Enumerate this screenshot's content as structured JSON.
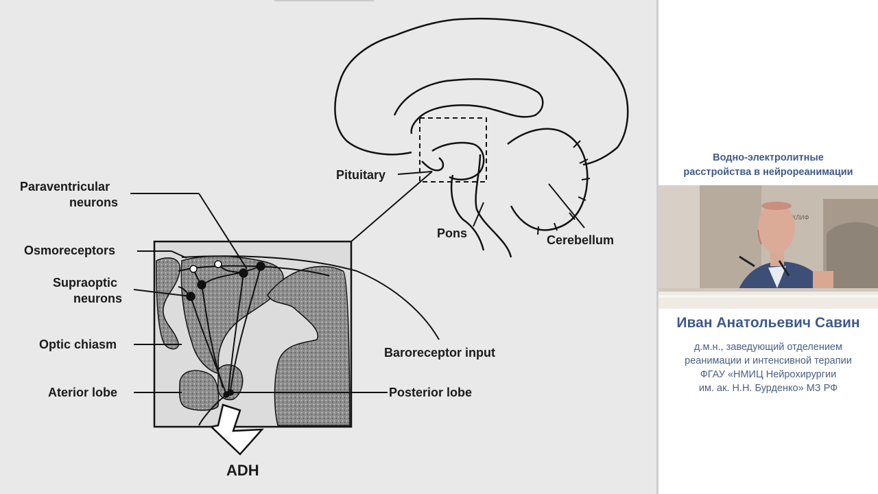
{
  "slide": {
    "labels": {
      "pituitary": "Pituitary",
      "pons": "Pons",
      "cerebellum": "Cerebellum",
      "paraventricular_1": "Paraventricular",
      "paraventricular_2": "neurons",
      "osmoreceptors": "Osmoreceptors",
      "supraoptic_1": "Supraoptic",
      "supraoptic_2": "neurons",
      "optic_chiasm": "Optic chiasm",
      "anterior_lobe": "Aterior lobe",
      "baroreceptor": "Baroreceptor input",
      "posterior_lobe": "Posterior lobe",
      "adh": "ADH"
    }
  },
  "panel": {
    "talk_title_line1": "Водно-электролитные",
    "talk_title_line2": "расстройства в нейрореанимации",
    "speaker_name": "Иван Анатольевич Савин",
    "speaker_desc_line1": "д.м.н., заведующий отделением",
    "speaker_desc_line2": "реанимации и интенсивной терапии",
    "speaker_desc_line3": "ФГАУ «НМИЦ Нейрохирургии",
    "speaker_desc_line4": "им. ак. Н.Н. Бурденко» МЗ РФ",
    "video_backdrop_text": "КЛИФ"
  },
  "colors": {
    "accent": "#3d5a8c",
    "slide_bg": "#e9e9e9"
  }
}
